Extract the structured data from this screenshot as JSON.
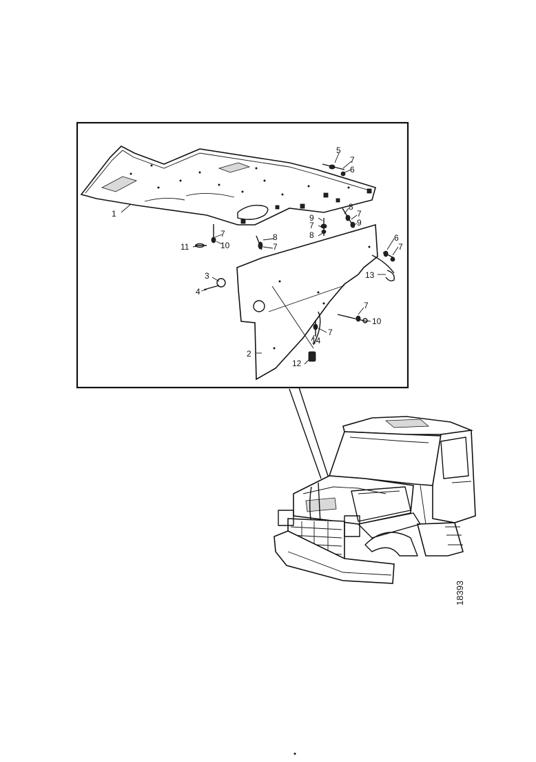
{
  "figure_id": "18393",
  "callouts": [
    "1",
    "2",
    "3",
    "4",
    "5",
    "6",
    "7",
    "8",
    "9",
    "10",
    "11",
    "12",
    "13",
    "14"
  ]
}
